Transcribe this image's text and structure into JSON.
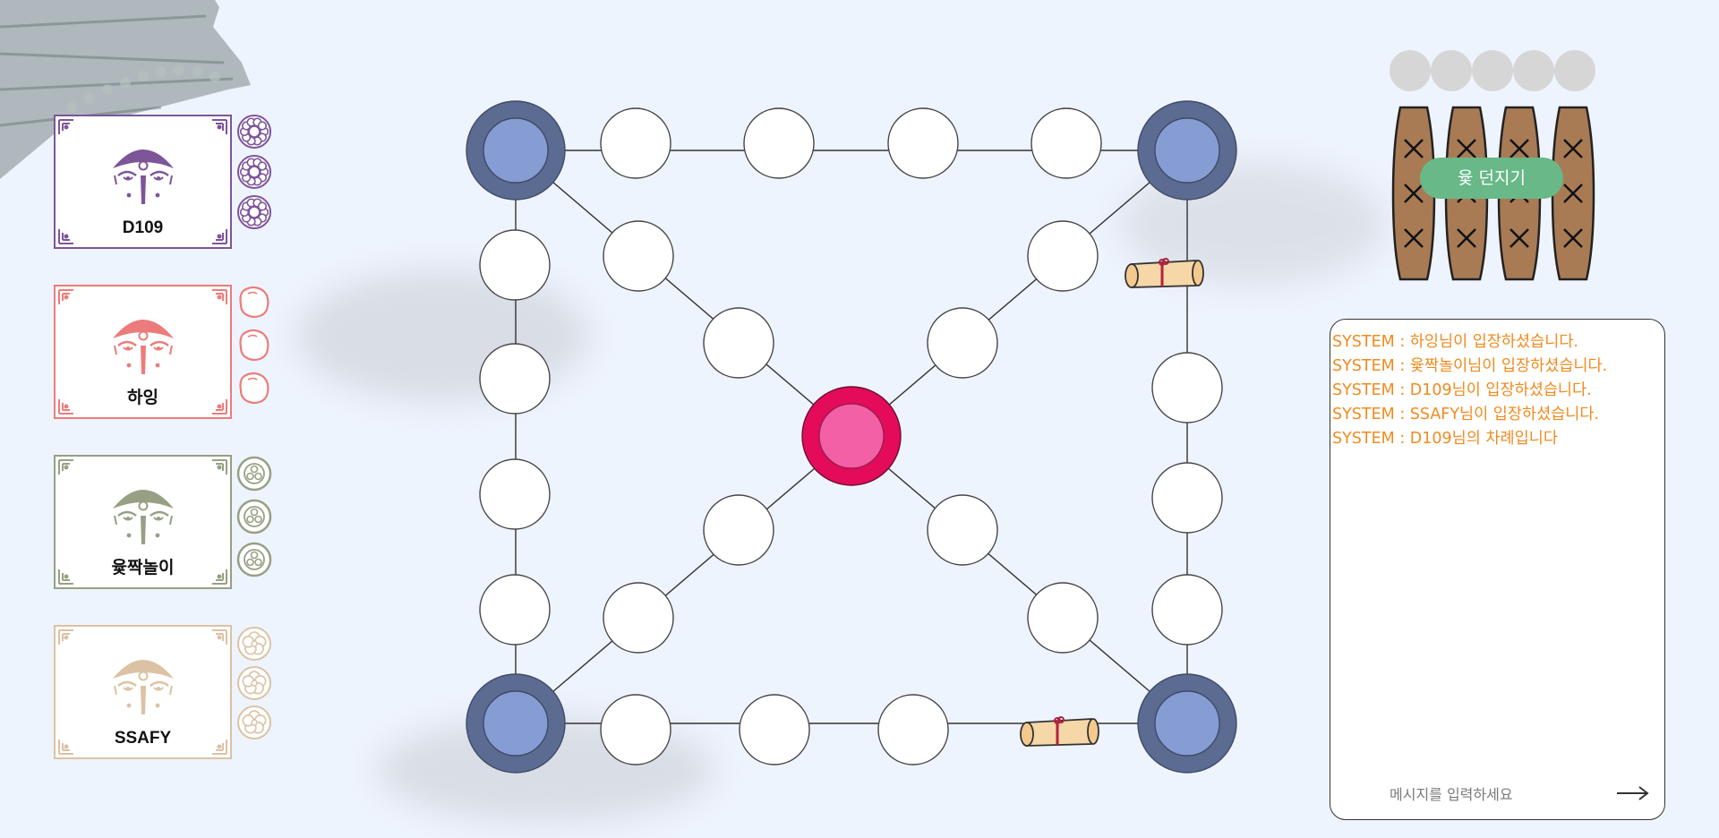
{
  "players": [
    {
      "name": "D109",
      "color": "#7d5599",
      "token": "flower-token-icon"
    },
    {
      "name": "하잉",
      "color": "#ec7c7b",
      "token": "blob-token-icon"
    },
    {
      "name": "윷짝놀이",
      "color": "#97a084",
      "token": "tri-dot-token-icon"
    },
    {
      "name": "SSAFY",
      "color": "#dbc2a4",
      "token": "plum-blossom-token-icon"
    }
  ],
  "yut": {
    "throw_label": "윷 던지기",
    "result_slots": 5
  },
  "chat": {
    "messages": [
      "SYSTEM : 하잉님이 입장하셨습니다.",
      "SYSTEM : 윷짝놀이님이 입장하셨습니다.",
      "SYSTEM : D109님이 입장하셨습니다.",
      "SYSTEM : SSAFY님이 입장하셨습니다.",
      "SYSTEM : D109님의 차례입니다"
    ],
    "placeholder": "메시지를 입력하세요"
  },
  "colors": {
    "corner_outer": "#5b6b91",
    "corner_inner": "#859dd3",
    "center_outer": "#e30b5a",
    "center_inner": "#f460a5",
    "chat_text": "#f08a1e",
    "throw_button": "#68b888",
    "stick": "#a87b55"
  }
}
